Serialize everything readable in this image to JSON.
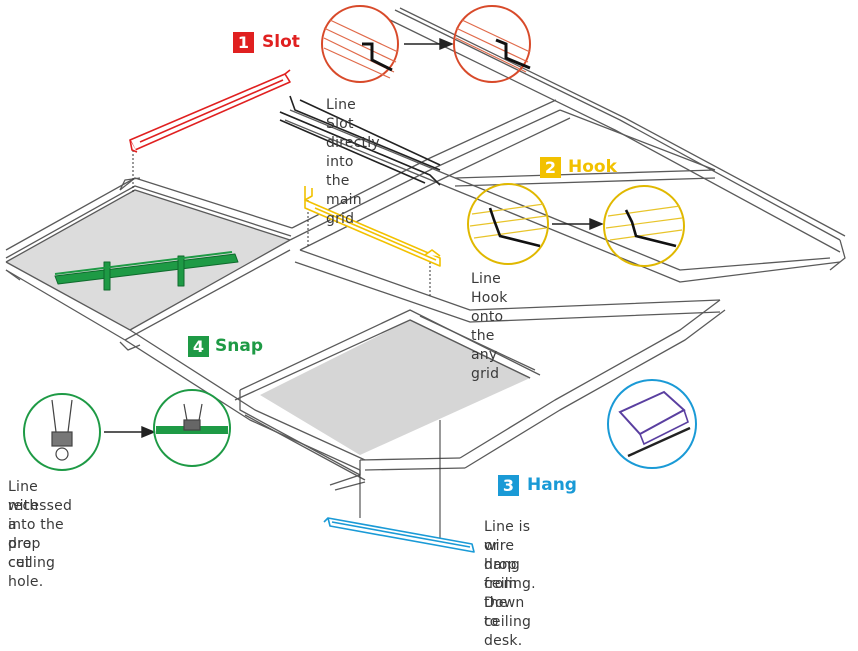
{
  "colors": {
    "slot": "#e02020",
    "hook": "#f2c100",
    "hang": "#1a9ad6",
    "snap": "#1e9a45",
    "grid": "#555555",
    "panel": "#d9d9d9",
    "purple_fixture": "#5a3fa0"
  },
  "steps": [
    {
      "number": "1",
      "label": "Slot",
      "caption": "Line Slot directly into the main grid",
      "color": "#e02020"
    },
    {
      "number": "2",
      "label": "Hook",
      "caption": "Line Hook onto the any grid",
      "color": "#f2c100"
    },
    {
      "number": "3",
      "label": "Hang",
      "caption_line1": "Line is wire hang from the ceiling",
      "caption_line2": "or drop ceiling. Down to desk.",
      "color": "#1a9ad6"
    },
    {
      "number": "4",
      "label": "Snap",
      "caption_line1": "Line recessed into the drop ceiling",
      "caption_line2": "with a pre cut hole.",
      "color": "#1e9a45"
    }
  ]
}
